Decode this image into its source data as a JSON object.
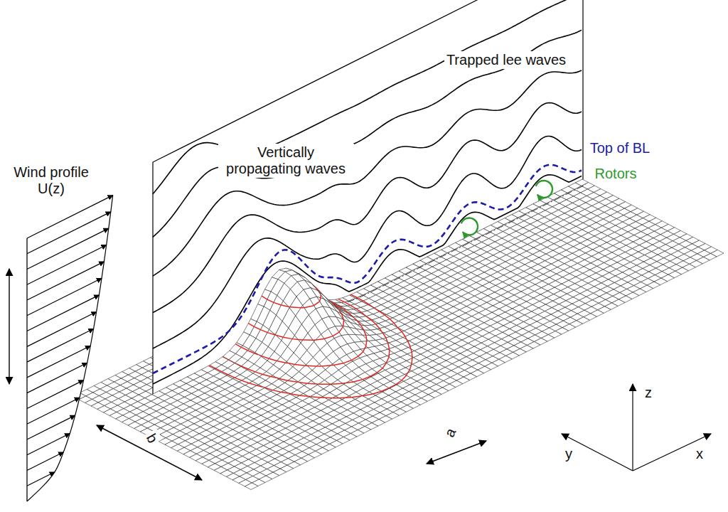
{
  "diagram": {
    "labels": [
      "Trapped lee waves",
      "Vertically propagating waves",
      "Wind profile U(z)",
      "Top of BL",
      "Rotors",
      "z",
      "y",
      "x",
      "b",
      "a"
    ]
  }
}
